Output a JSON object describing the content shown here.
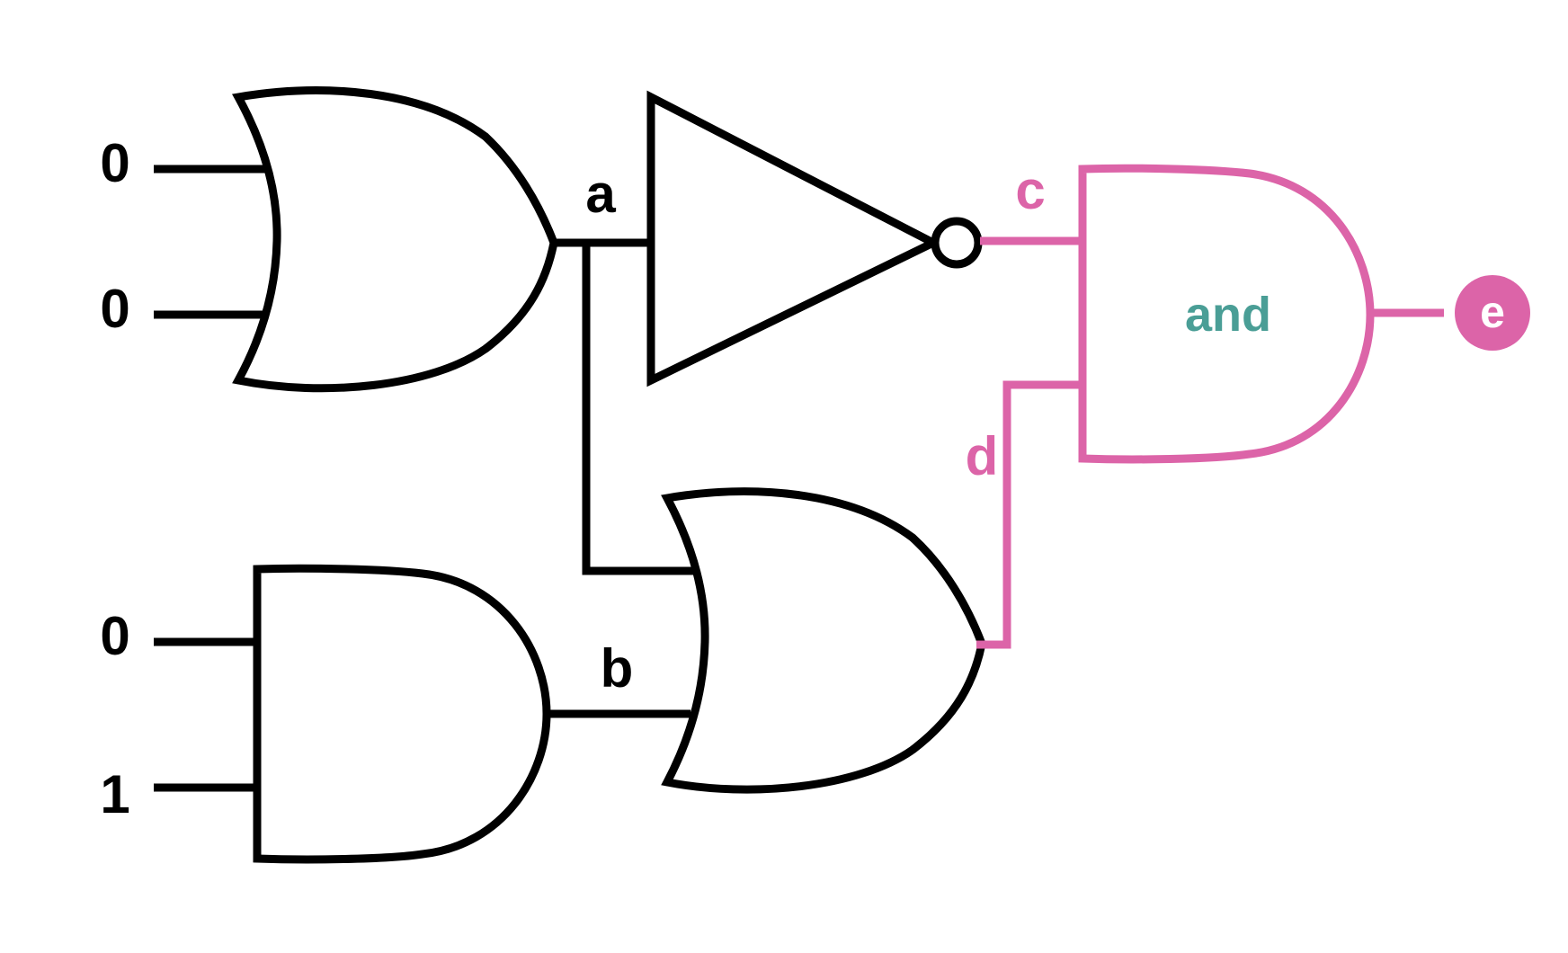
{
  "colors": {
    "default": "#000000",
    "highlight": "#dc64a8",
    "gate_label": "#4a9e96",
    "output_text": "#ffffff",
    "background": "#ffffff"
  },
  "inputs": {
    "in1": "0",
    "in2": "0",
    "in3": "0",
    "in4": "1"
  },
  "wires": {
    "a": "a",
    "b": "b",
    "c": "c",
    "d": "d"
  },
  "gates": {
    "and_highlighted_label": "and"
  },
  "output": {
    "e": "e"
  }
}
